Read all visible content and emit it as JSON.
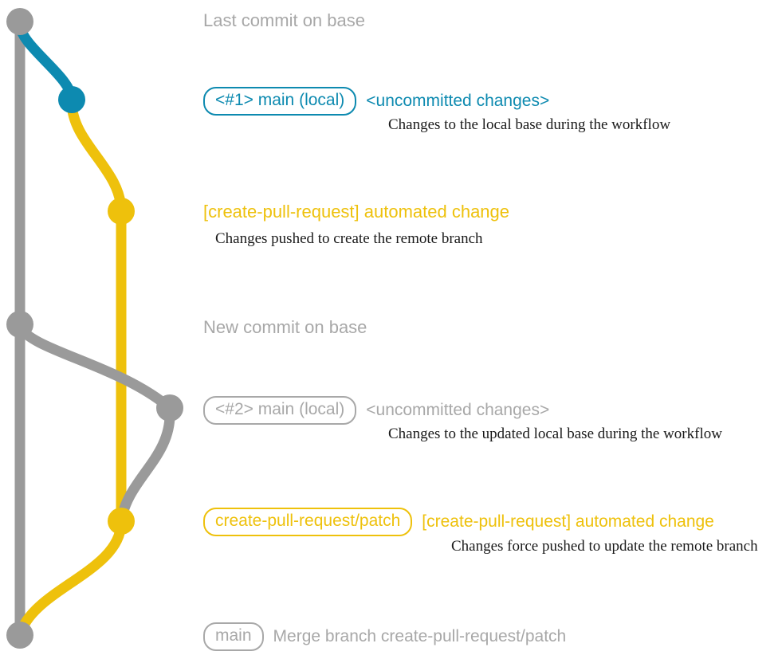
{
  "diagram": {
    "title": "git branch graph of create-pull-request workflow",
    "colors": {
      "base": "#9a9a9a",
      "local": "#0d8ab0",
      "patch": "#eec10c",
      "note_text": "#1a1a1a",
      "background": "#ffffff"
    },
    "lane_labels": {
      "base_lane": "base",
      "local_lane": "main (local)",
      "patch_lane": "create-pull-request/patch"
    }
  },
  "entries": [
    {
      "id": "last-commit-on-base",
      "headline": "Last commit on base",
      "headline_color": "gray",
      "pill": null,
      "subject": null,
      "note": null,
      "node_color": "base"
    },
    {
      "id": "local-change-1",
      "headline": null,
      "pill": "<#1> main (local)",
      "pill_color": "blue",
      "subject": "<uncommitted changes>",
      "subject_color": "blue",
      "note": "Changes to the local base during the workflow",
      "node_color": "local"
    },
    {
      "id": "automated-change-1",
      "headline": "[create-pull-request] automated change",
      "headline_color": "yellow",
      "pill": null,
      "subject": null,
      "note": "Changes pushed to create the remote branch",
      "node_color": "patch"
    },
    {
      "id": "new-commit-on-base",
      "headline": "New commit on base",
      "headline_color": "gray",
      "pill": null,
      "subject": null,
      "note": null,
      "node_color": "base"
    },
    {
      "id": "local-change-2",
      "headline": null,
      "pill": "<#2> main (local)",
      "pill_color": "gray",
      "subject": "<uncommitted changes>",
      "subject_color": "gray",
      "note": "Changes to the updated local base during the workflow",
      "node_color": "base"
    },
    {
      "id": "automated-change-2",
      "headline": null,
      "pill": "create-pull-request/patch",
      "pill_color": "yellow",
      "subject": "[create-pull-request] automated change",
      "subject_color": "yellow",
      "note": "Changes force pushed to update the remote branch",
      "node_color": "patch"
    },
    {
      "id": "merge-commit",
      "headline": null,
      "pill": "main",
      "pill_color": "gray",
      "subject": "Merge branch create-pull-request/patch",
      "subject_color": "gray",
      "note": null,
      "node_color": "base"
    }
  ]
}
